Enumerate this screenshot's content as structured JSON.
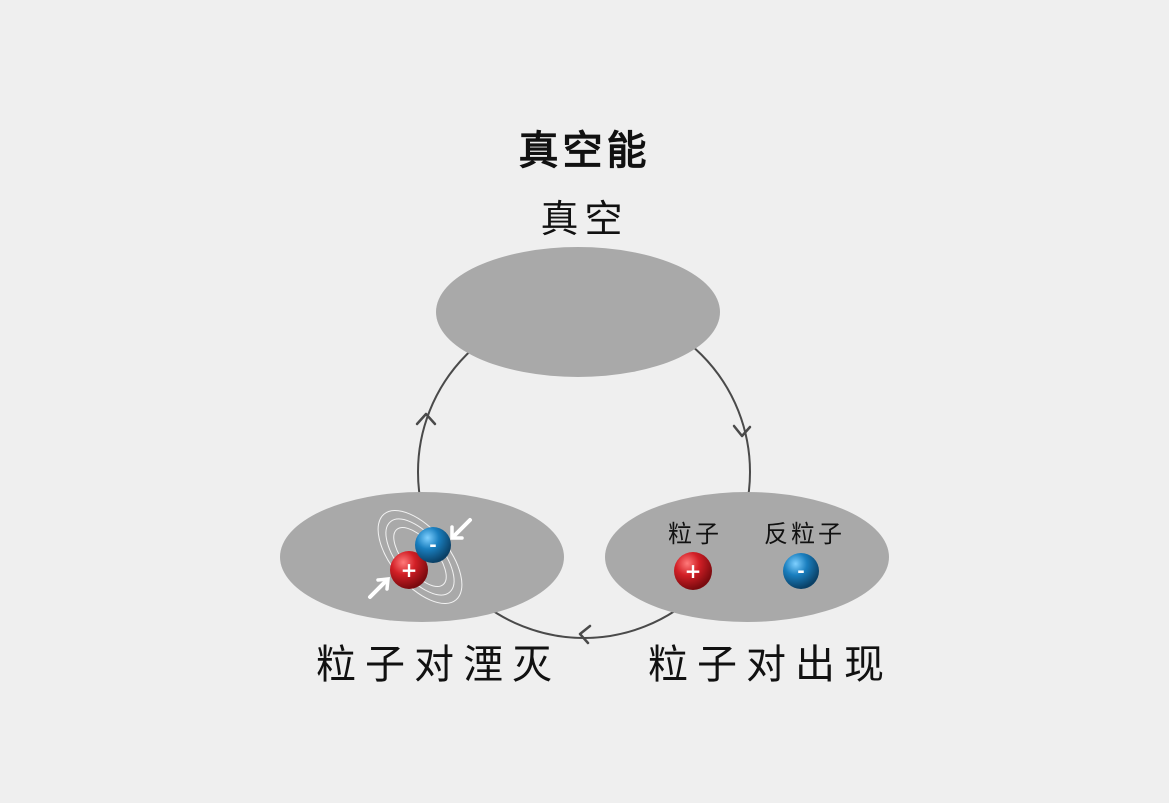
{
  "title": "真空能",
  "nodes": {
    "vacuum": {
      "label": "真空"
    },
    "annihilation": {
      "label": "粒子对湮灭"
    },
    "creation": {
      "label": "粒子对出现",
      "particle_label": "粒子",
      "antiparticle_label": "反粒子"
    }
  },
  "particles": {
    "positive_symbol": "+",
    "negative_symbol": "-"
  },
  "colors": {
    "background": "#efefef",
    "node_fill": "#a9a9a9",
    "cycle_line": "#4a4a4a",
    "particle": "#c8141d",
    "antiparticle": "#0f6fa6",
    "arrow": "#ffffff"
  }
}
